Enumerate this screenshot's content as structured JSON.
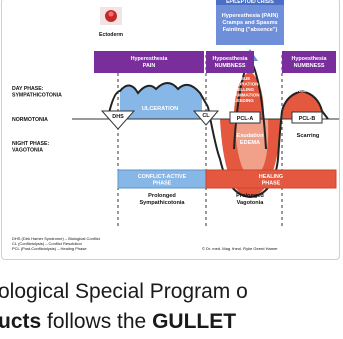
{
  "diagram": {
    "badge": {
      "title": "EPILEPTOID CRISIS",
      "lines": [
        "Hyperesthesia (PAIN)",
        "Cramps and Spasms",
        "Fainting (\"absence\")"
      ]
    },
    "embryo_label": "Ectoderm",
    "phase_labels": {
      "day": [
        "DAY PHASE:",
        "SYMPATHICOTONIA"
      ],
      "normal": "NORMOTONIA",
      "night": [
        "NIGHT PHASE:",
        "VAGOTONIA"
      ]
    },
    "top_bars": {
      "left": [
        "Hyperesthesia",
        "PAIN"
      ],
      "middle": [
        "Hypoesthesia",
        "NUMBNESS"
      ],
      "right": [
        "Hypoesthesia",
        "NUMBNESS"
      ]
    },
    "markers": {
      "dhs": "DHS",
      "cl": "CL",
      "pcl_a": "PCL-A",
      "pcl_b": "PCL-B"
    },
    "region_labels": {
      "ulceration": "ULCERATION",
      "tissue": [
        "TISSUE",
        "RESTORATION",
        "SWELLING",
        "INFLAMMATION",
        "BLEEDING"
      ],
      "exudation": [
        "Exudation",
        "EDEMA"
      ],
      "scarring": "Scarring",
      "restoration_right": [
        "TISSUE",
        "RESTORATION",
        "REDNESS"
      ]
    },
    "phase_boxes": {
      "conflict": [
        "CONFLICT-ACTIVE",
        "PHASE"
      ],
      "healing": [
        "HEALING",
        "PHASE"
      ]
    },
    "durations": {
      "sympathicotonia": [
        "Prolonged",
        "Sympathicotonia"
      ],
      "vagotonia": [
        "Prolonged",
        "Vagotonia"
      ]
    },
    "legend": [
      "DHS (Dirk Hamer Syndrome) – Biological Conflict",
      "CL (Conflictolysis) – Conflict Resolution",
      "PCL (Post-Conflictolysis) – Healing Phase"
    ],
    "copyright": "© Dr. med. Mag. theol. Ryke Geerd Hamer",
    "colors": {
      "purple": "#7a2e9c",
      "blue": "#86b7e6",
      "red": "#e3583f",
      "badge": "#6f8fd8"
    }
  },
  "caption": {
    "line1": "ological Special Program o",
    "line2_bold_a": "ucts",
    "line2_plain": " follows the ",
    "line2_bold_b": "GULLET"
  }
}
